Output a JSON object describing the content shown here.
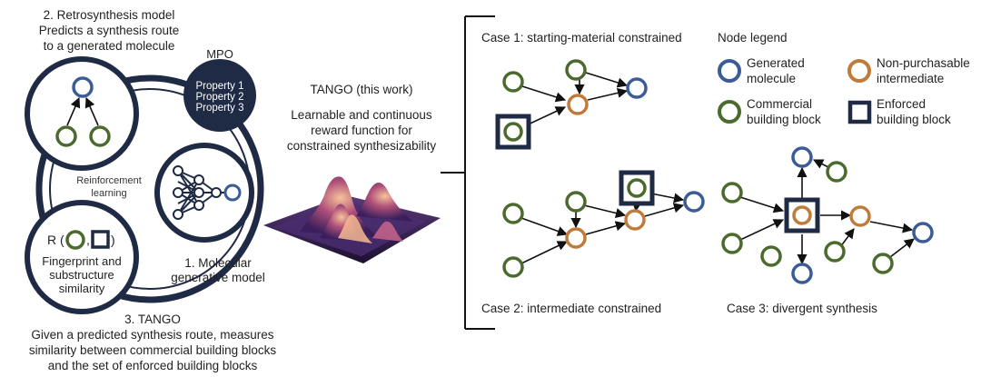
{
  "colors": {
    "navy": "#1f2a44",
    "blue": "#3b5c96",
    "green": "#4b6a2e",
    "orange": "#c07a3a",
    "text": "#222222",
    "surface_purple": "#3a1f5c",
    "surface_peach": "#f2b48a"
  },
  "left": {
    "retro_title": "2. Retrosynthesis model",
    "retro_line2": "Predicts a synthesis route",
    "retro_line3": "to a generated molecule",
    "mpo_title": "MPO",
    "mpo_props": [
      "Property 1",
      "Property 2",
      "Property 3"
    ],
    "rl_line1": "Reinforcement",
    "rl_line2": "learning",
    "reward_prefix": "R (",
    "reward_comma": ",",
    "reward_suffix": ")",
    "fp_line1": "Fingerprint and",
    "fp_line2": "substructure",
    "fp_line3": "similarity",
    "gen_line1": "1. Molecular",
    "gen_line2": "generative model",
    "tango_title": "3. TANGO",
    "tango_line1": "Given a predicted synthesis route, measures",
    "tango_line2": "similarity between commercial building blocks",
    "tango_line3": "and the set of enforced building blocks"
  },
  "middle": {
    "title": "TANGO (this work)",
    "line1": "Learnable and continuous",
    "line2": "reward function for",
    "line3": "constrained synthesizability"
  },
  "cases": {
    "case1": "Case 1: starting-material constrained",
    "case2": "Case 2: intermediate constrained",
    "case3": "Case 3: divergent synthesis"
  },
  "legend": {
    "title": "Node legend",
    "generated_1": "Generated",
    "generated_2": "molecule",
    "nonpurch_1": "Non-purchasable",
    "nonpurch_2": "intermediate",
    "commercial_1": "Commercial",
    "commercial_2": "building block",
    "enforced_1": "Enforced",
    "enforced_2": "building block"
  }
}
